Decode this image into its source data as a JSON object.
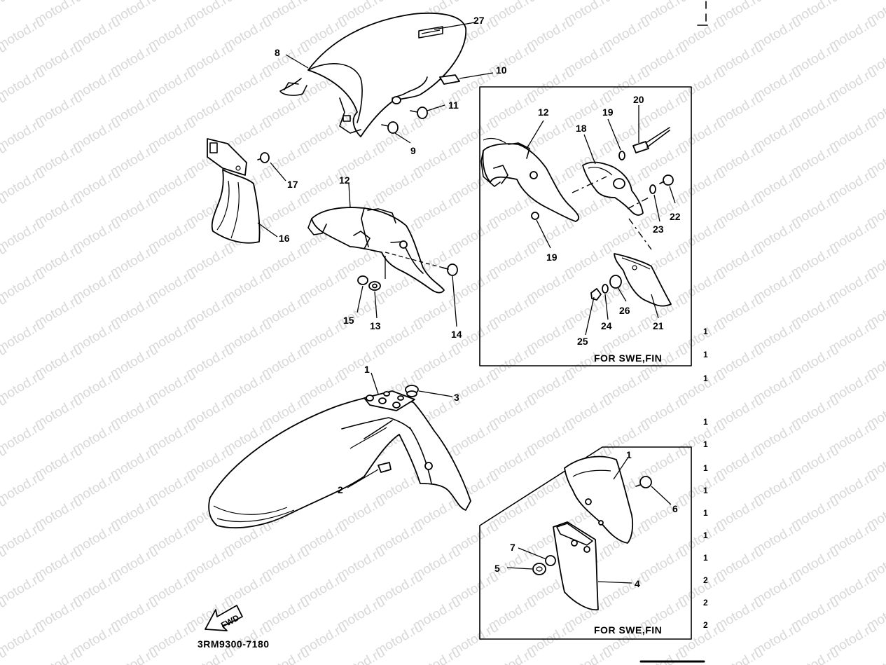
{
  "watermark": {
    "text": "motod.ru",
    "color": "#d8d8d8"
  },
  "diagram_code": "3RM9300-7180",
  "fwd_label": "FWD",
  "inset_caption": "FOR SWE,FIN",
  "callouts": [
    "1",
    "2",
    "3",
    "4",
    "5",
    "6",
    "7",
    "8",
    "9",
    "10",
    "11",
    "12",
    "13",
    "14",
    "15",
    "16",
    "17",
    "18",
    "19",
    "20",
    "21",
    "22",
    "23",
    "24",
    "25",
    "26",
    "27"
  ],
  "right_edge_marks": [
    "1",
    "1",
    "1",
    "1",
    "1",
    "1",
    "1",
    "1",
    "1",
    "1",
    "2",
    "2",
    "2"
  ]
}
